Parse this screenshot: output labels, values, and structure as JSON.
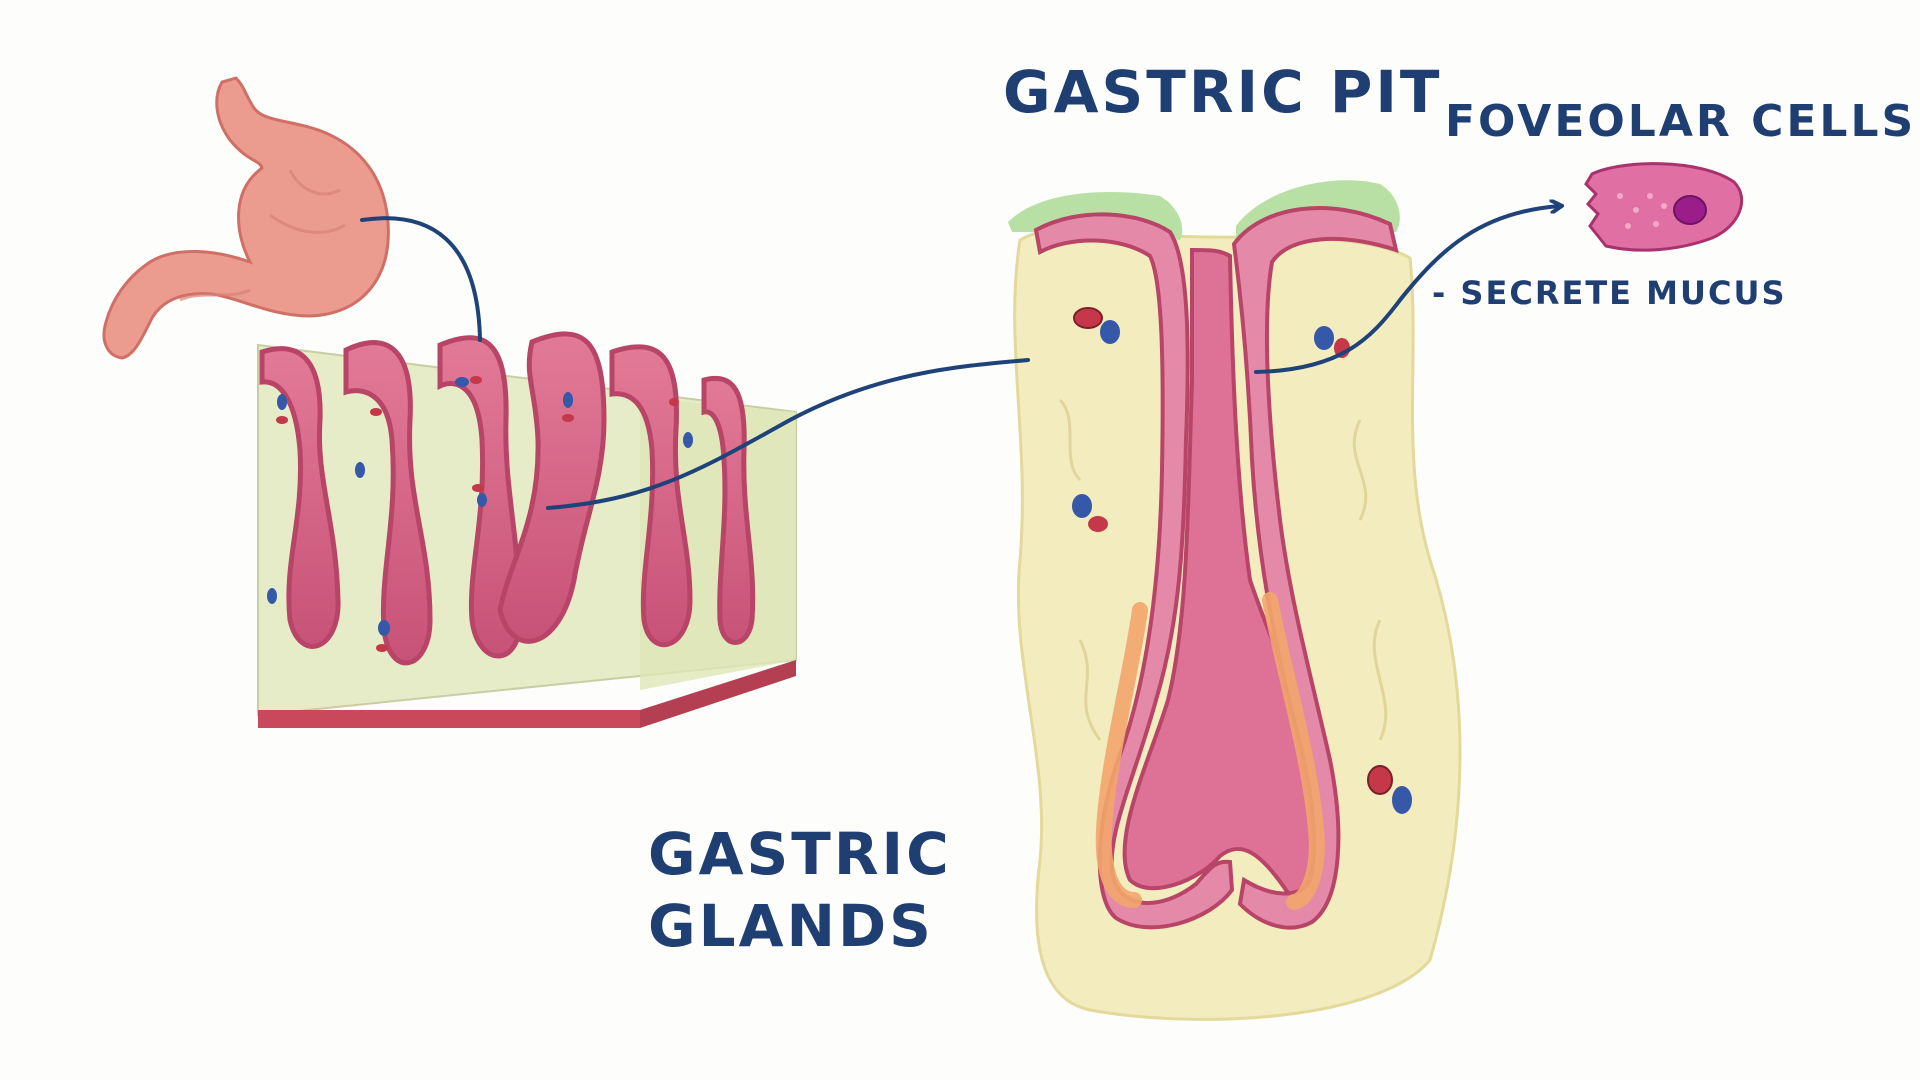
{
  "labels": {
    "gastric_pit": "GASTRIC PIT",
    "foveolar_cells": "FOVEOLAR CELLS",
    "secrete_mucus": "- SECRETE MUCUS",
    "gastric_glands_line1": "GASTRIC",
    "gastric_glands_line2": "GLANDS"
  },
  "colors": {
    "label_text": "#1f3f72",
    "connector": "#1f4379",
    "stomach": "#ec9b8f",
    "mucosa_bg": "#e6ecc7",
    "gland_tissue": "#d66d8c",
    "pit_lamina": "#f2ecbe",
    "mucus_green": "#b9e0a4",
    "chief_cell_orange": "#f2a56b",
    "foveolar_cell": "#e06fa3"
  }
}
